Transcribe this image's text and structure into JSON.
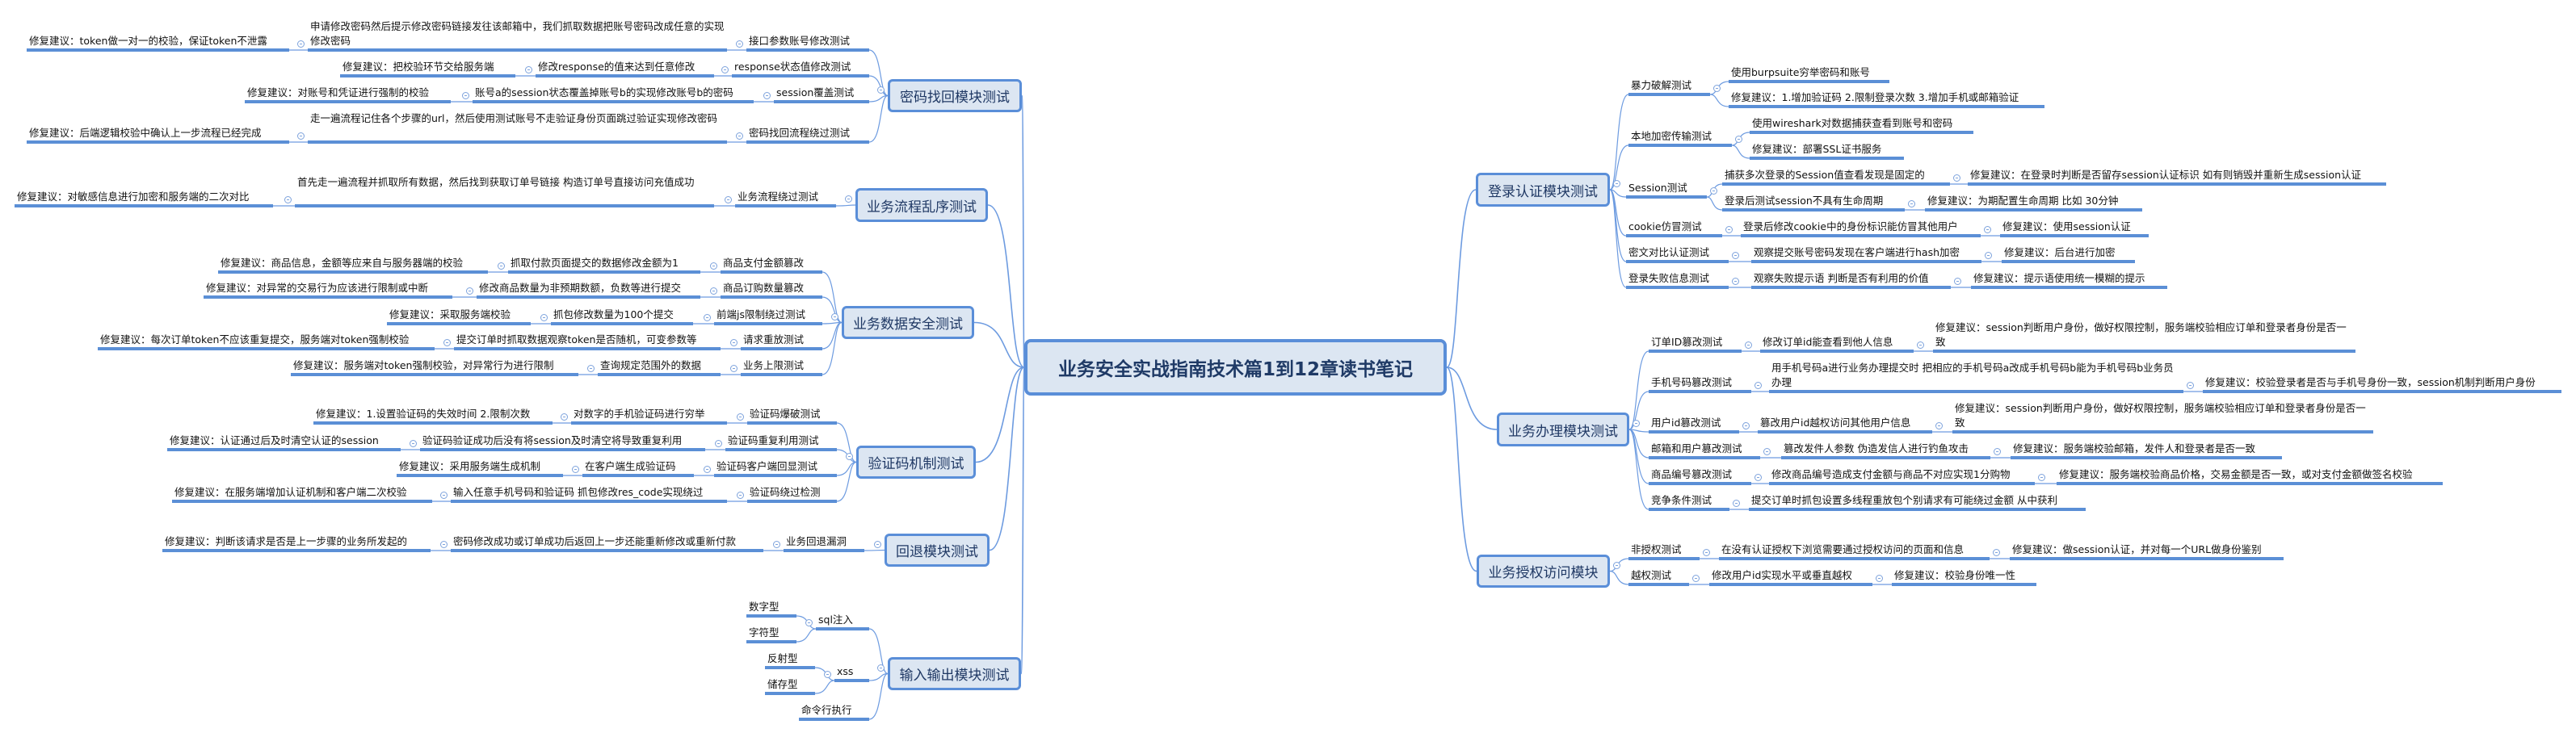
{
  "root": "业务安全实战指南技术篇1到12章读书笔记",
  "modules": [
    {
      "title": "密码找回模块测试",
      "items": [
        {
          "name": "接口参数账号修改测试",
          "desc": "申请修改密码然后提示修改密码链接发往该邮箱中，我们抓取数据把账号密码改成任意的实现修改密码",
          "fix": "修复建议：token做一对一的校验，保证token不泄露"
        },
        {
          "name": "response状态值修改测试",
          "desc": "修改response的值来达到任意修改",
          "fix": "修复建议：把校验环节交给服务端"
        },
        {
          "name": "session覆盖测试",
          "desc": "账号a的session状态覆盖掉账号b的实现修改账号b的密码",
          "fix": "修复建议：对账号和凭证进行强制的校验"
        },
        {
          "name": "密码找回流程绕过测试",
          "desc": "走一遍流程记住各个步骤的url，然后使用测试账号不走验证身份页面跳过验证实现修改密码",
          "fix": "修复建议：后端逻辑校验中确认上一步流程已经完成"
        }
      ]
    },
    {
      "title": "业务流程乱序测试",
      "items": [
        {
          "name": "业务流程绕过测试",
          "desc": "首先走一遍流程并抓取所有数据，然后找到获取订单号链接 构造订单号直接访问充值成功",
          "fix": "修复建议：对敏感信息进行加密和服务端的二次对比"
        }
      ]
    },
    {
      "title": "业务数据安全测试",
      "items": [
        {
          "name": "商品支付金额篡改",
          "desc": "抓取付款页面提交的数据修改金额为1",
          "fix": "修复建议：商品信息，金额等应来自与服务器端的校验"
        },
        {
          "name": "商品订购数量篡改",
          "desc": "修改商品数量为非预期数额，负数等进行提交",
          "fix": "修复建议：对异常的交易行为应该进行限制或中断"
        },
        {
          "name": "前端js限制绕过测试",
          "desc": "抓包修改数量为100个提交",
          "fix": "修复建议：采取服务端校验"
        },
        {
          "name": "请求重放测试",
          "desc": "提交订单时抓取数据观察token是否随机，可变参数等",
          "fix": "修复建议：每次订单token不应该重复提交，服务端对token强制校验"
        },
        {
          "name": "业务上限测试",
          "desc": "查询规定范围外的数据",
          "fix": "修复建议：服务端对token强制校验，对异常行为进行限制"
        }
      ]
    },
    {
      "title": "验证码机制测试",
      "items": [
        {
          "name": "验证码爆破测试",
          "desc": "对数字的手机验证码进行穷举",
          "fix": "修复建议：1.设置验证码的失效时间 2.限制次数"
        },
        {
          "name": "验证码重复利用测试",
          "desc": "验证码验证成功后没有将session及时清空将导致重复利用",
          "fix": "修复建议：认证通过后及时清空认证的session"
        },
        {
          "name": "验证码客户端回显测试",
          "desc": "在客户端生成验证码",
          "fix": "修复建议：采用服务端生成机制"
        },
        {
          "name": "验证码绕过检测",
          "desc": "输入任意手机号码和验证码 抓包修改res_code实现绕过",
          "fix": "修复建议：在服务端增加认证机制和客户端二次校验"
        }
      ]
    },
    {
      "title": "回退模块测试",
      "items": [
        {
          "name": "业务回退漏洞",
          "desc": "密码修改成功或订单成功后返回上一步还能重新修改或重新付款",
          "fix": "修复建议：判断该请求是否是上一步骤的业务所发起的"
        }
      ]
    },
    {
      "title": "输入输出模块测试",
      "items": [
        {
          "name": "sql注入",
          "children": [
            "数字型",
            "字符型"
          ]
        },
        {
          "name": "xss",
          "children": [
            "反射型",
            "储存型"
          ]
        },
        {
          "name": "命令行执行"
        }
      ]
    },
    {
      "title": "登录认证模块测试",
      "items": [
        {
          "name": "暴力破解测试",
          "children": [
            "使用burpsuite穷举密码和账号",
            "修复建议：1.增加验证码 2.限制登录次数 3.增加手机或邮箱验证"
          ]
        },
        {
          "name": "本地加密传输测试",
          "children": [
            "使用wireshark对数据捕获查看到账号和密码",
            "修复建议：部署SSL证书服务"
          ]
        },
        {
          "name": "Session测试",
          "pairs": [
            {
              "desc": "捕获多次登录的Session值查看发现是固定的",
              "fix": "修复建议：在登录时判断是否留存session认证标识 如有则销毁并重新生成session认证"
            },
            {
              "desc": "登录后测试session不具有生命周期",
              "fix": "修复建议：为期配置生命周期 比如 30分钟"
            }
          ]
        },
        {
          "name": "cookie仿冒测试",
          "desc": "登录后修改cookie中的身份标识能仿冒其他用户",
          "fix": "修复建议：使用session认证"
        },
        {
          "name": "密文对比认证测试",
          "desc": "观察提交账号密码发现在客户端进行hash加密",
          "fix": "修复建议：后台进行加密"
        },
        {
          "name": "登录失败信息测试",
          "desc": "观察失败提示语 判断是否有利用的价值",
          "fix": "修复建议：提示语使用统一模糊的提示"
        }
      ]
    },
    {
      "title": "业务办理模块测试",
      "items": [
        {
          "name": "订单ID篡改测试",
          "desc": "修改订单id能查看到他人信息",
          "fix": "修复建议：session判断用户身份，做好权限控制，服务端校验相应订单和登录者身份是否一致"
        },
        {
          "name": "手机号码篡改测试",
          "desc": "用手机号码a进行业务办理提交时 把相应的手机号码a改成手机号码b能为手机号码b业务员办理",
          "fix": "修复建议：校验登录者是否与手机号身份一致，session机制判断用户身份"
        },
        {
          "name": "用户id篡改测试",
          "desc": "篡改用户id越权访问其他用户信息",
          "fix": "修复建议：session判断用户身份，做好权限控制，服务端校验相应订单和登录者身份是否一致"
        },
        {
          "name": "邮箱和用户篡改测试",
          "desc": "篡改发件人参数 伪造发信人进行钓鱼攻击",
          "fix": "修复建议：服务端校验邮箱，发件人和登录者是否一致"
        },
        {
          "name": "商品编号篡改测试",
          "desc": "修改商品编号造成支付金额与商品不对应实现1分购物",
          "fix": "修复建议：服务端校验商品价格，交易金额是否一致，或对支付金额做签名校验"
        },
        {
          "name": "竞争条件测试",
          "desc": "提交订单时抓包设置多线程重放包个别请求有可能绕过金额 从中获利"
        }
      ]
    },
    {
      "title": "业务授权访问模块",
      "items": [
        {
          "name": "非授权测试",
          "desc": "在没有认证授权下浏览需要通过授权访问的页面和信息",
          "fix": "修复建议：做session认证，并对每一个URL做身份鉴别"
        },
        {
          "name": "越权测试",
          "desc": "修改用户id实现水平或垂直越权",
          "fix": "修复建议：校验身份唯一性"
        }
      ]
    }
  ],
  "colors": {
    "line": "#5b8fd6",
    "box_fill": "#dce6f2",
    "box_border": "#5a8ed8",
    "connector": "#6d9be0"
  }
}
